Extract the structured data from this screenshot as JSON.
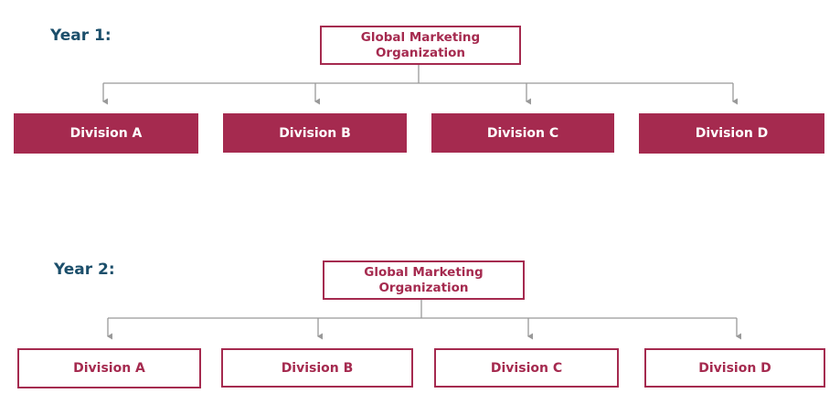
{
  "colors": {
    "accent": "#a52a4f",
    "year_label": "#1c4f6b",
    "connector": "#999999"
  },
  "charts": [
    {
      "year_label": "Year 1:",
      "root": {
        "line1": "Global Marketing",
        "line2": "Organization"
      },
      "division_style": "filled",
      "divisions": [
        {
          "label": "Division A"
        },
        {
          "label": "Division B"
        },
        {
          "label": "Division C"
        },
        {
          "label": "Division D"
        }
      ]
    },
    {
      "year_label": "Year 2:",
      "root": {
        "line1": "Global Marketing",
        "line2": "Organization"
      },
      "division_style": "outlined",
      "divisions": [
        {
          "label": "Division A"
        },
        {
          "label": "Division B"
        },
        {
          "label": "Division C"
        },
        {
          "label": "Division D"
        }
      ]
    }
  ]
}
